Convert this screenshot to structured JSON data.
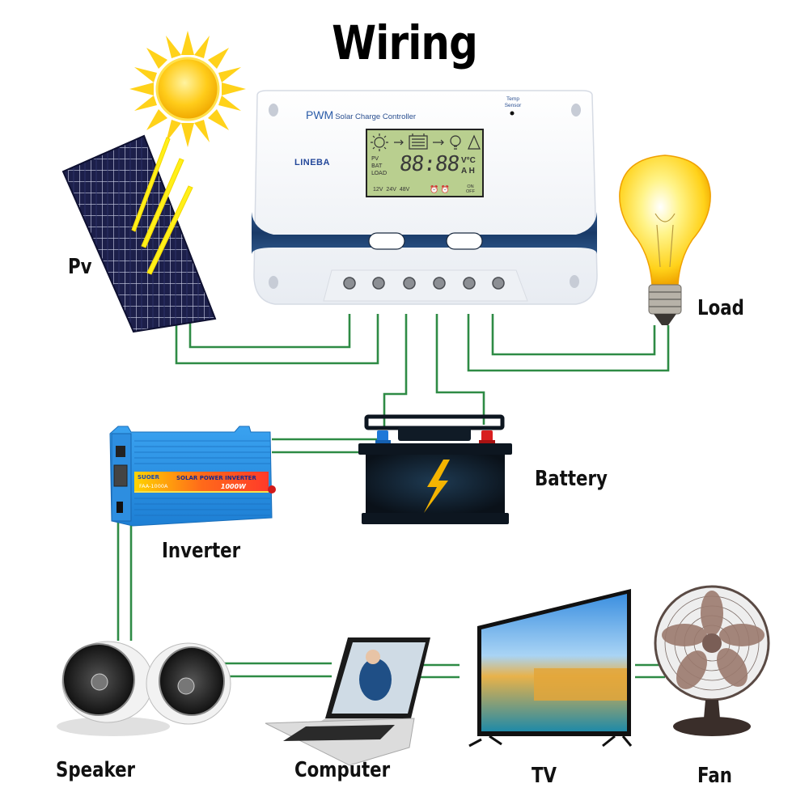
{
  "title": "Wiring",
  "components": {
    "pv": {
      "label": "Pv",
      "icon": "solar-panel-icon"
    },
    "sun": {
      "icon": "sun-icon"
    },
    "controller": {
      "type_label": "PWM",
      "subtitle": "Solar Charge Controller",
      "brand": "LINEBA",
      "temp_sensor_line1": "Temp",
      "temp_sensor_line2": "Sensor",
      "lcd": {
        "rows": [
          "PV",
          "BAT",
          "LOAD"
        ],
        "digits": "88:88",
        "units_top": "V°C",
        "units_bottom": "A H",
        "voltages": [
          "12V",
          "24V",
          "48V"
        ],
        "onoff_top": "ON",
        "onoff_bottom": "OFF"
      },
      "terminal_count": 6
    },
    "load": {
      "label": "Load",
      "icon": "light-bulb-icon"
    },
    "battery": {
      "label": "Battery",
      "icon": "battery-icon"
    },
    "inverter": {
      "label": "Inverter",
      "brand": "SUOER",
      "product": "SOLAR POWER INVERTER",
      "model": "FAA-1000A",
      "power": "1000W",
      "icon": "inverter-icon"
    },
    "speaker": {
      "label": "Speaker",
      "icon": "speaker-icon"
    },
    "computer": {
      "label": "Computer",
      "icon": "laptop-icon"
    },
    "tv": {
      "label": "TV",
      "icon": "tv-icon"
    },
    "fan": {
      "label": "Fan",
      "icon": "fan-icon"
    }
  },
  "colors": {
    "wire": "#2e8b45",
    "controller_band": "#1d3f6e",
    "lcd": "#b9cf8f",
    "inverter": "#2b8fe0",
    "battery": "#0d1620",
    "bolt": "#f4b400",
    "sun": "#ffd21a",
    "solar_panel": "#1c1f4a"
  }
}
